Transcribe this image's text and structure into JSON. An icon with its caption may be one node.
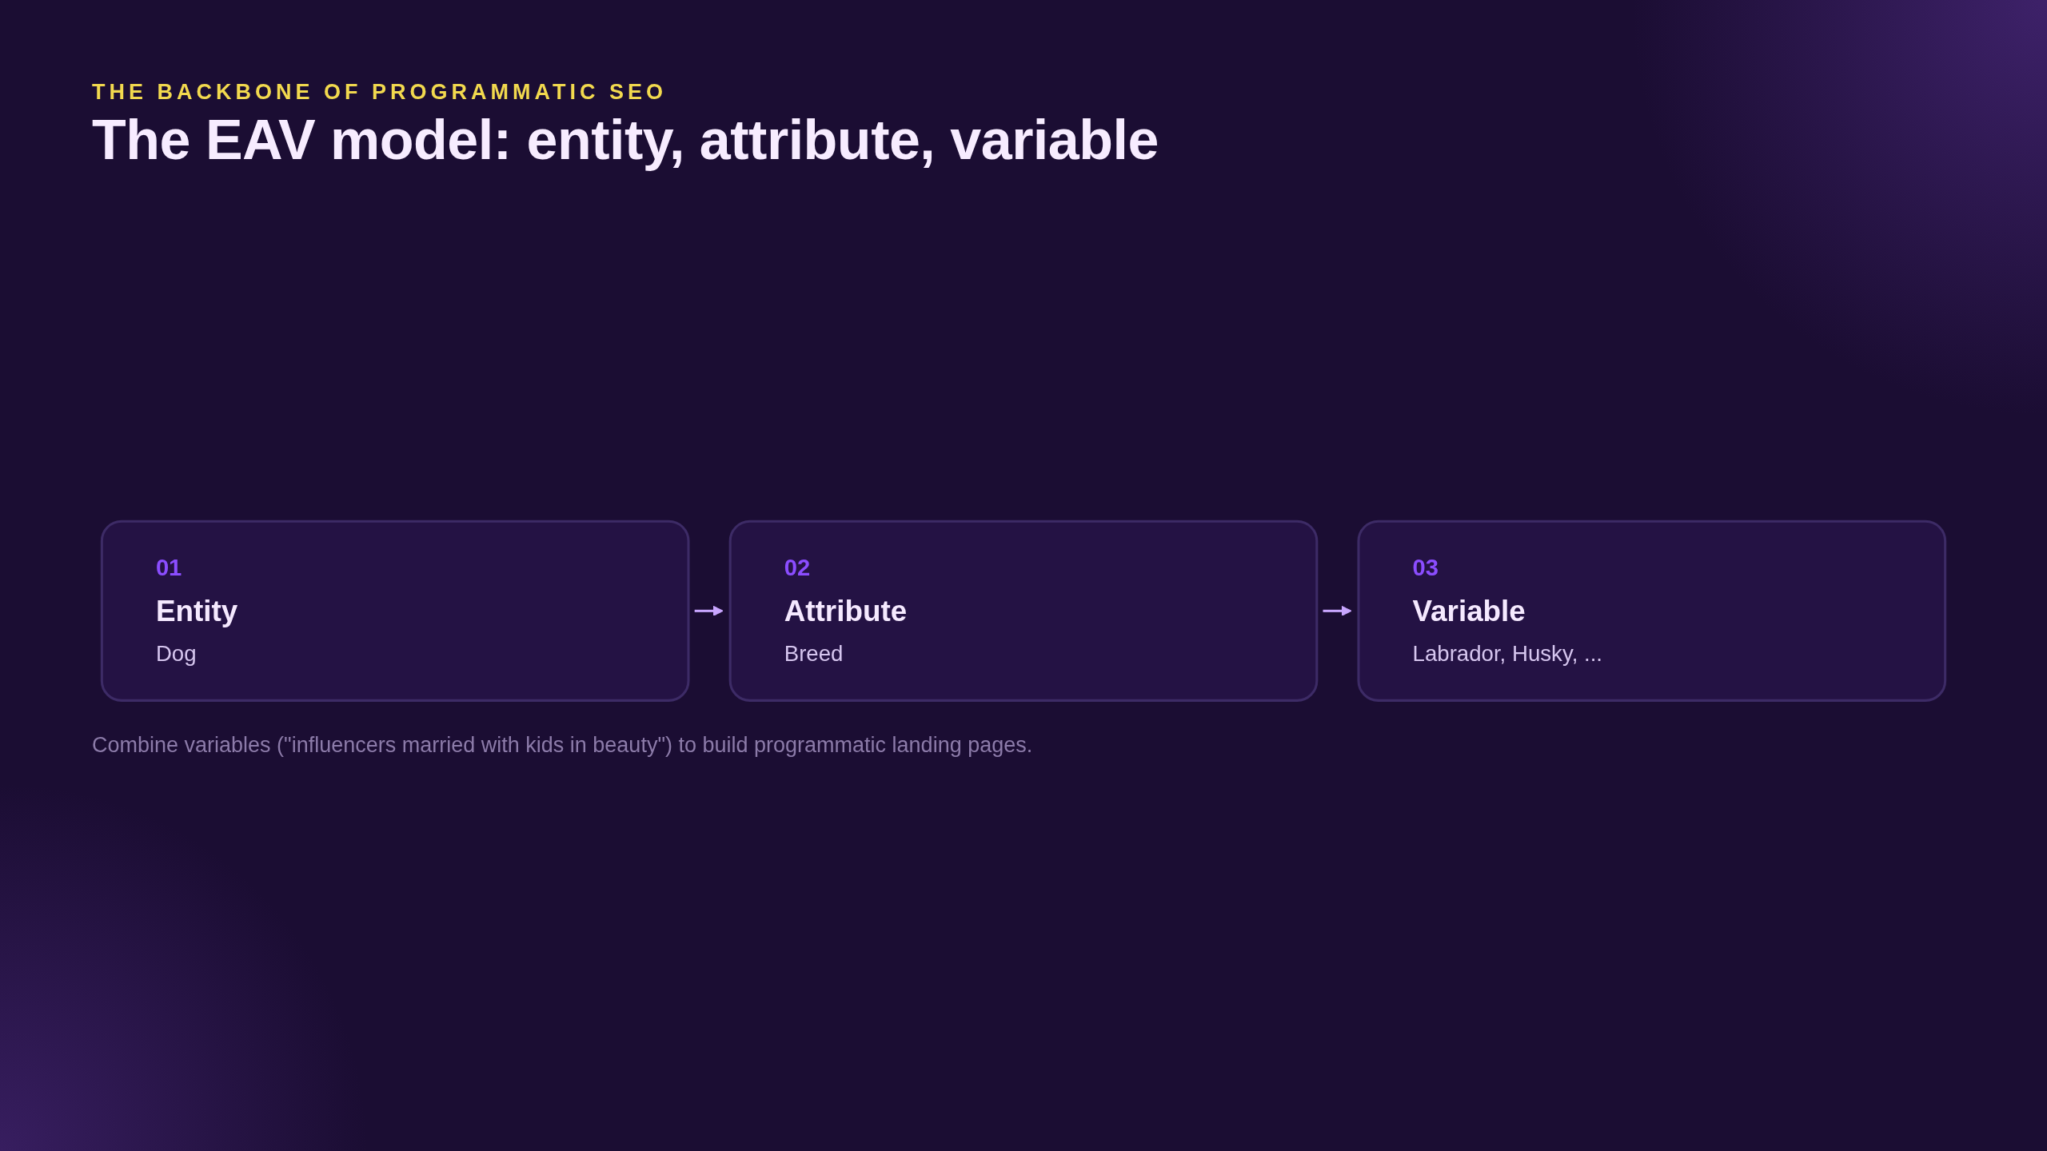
{
  "diagram": {
    "title": "The EAV model: entity, attribute, variable",
    "caption": "Combine variables (\"influencers married with kids in beauty\") to build programmatic landing pages.",
    "nodes": [
      {
        "text": [
          "01",
          "Entity",
          "Dog"
        ]
      },
      {
        "text": [
          "02",
          "Attribute",
          "Breed"
        ]
      },
      {
        "text": [
          "03",
          "Variable",
          "Labrador, Husky, ..."
        ]
      }
    ],
    "edges": [
      {
        "from": 0,
        "to": 1,
        "arrow": "to"
      },
      {
        "from": 1,
        "to": 2,
        "arrow": "to"
      }
    ],
    "labels": [
      "THE BACKBONE OF PROGRAMMATIC SEO"
    ]
  }
}
